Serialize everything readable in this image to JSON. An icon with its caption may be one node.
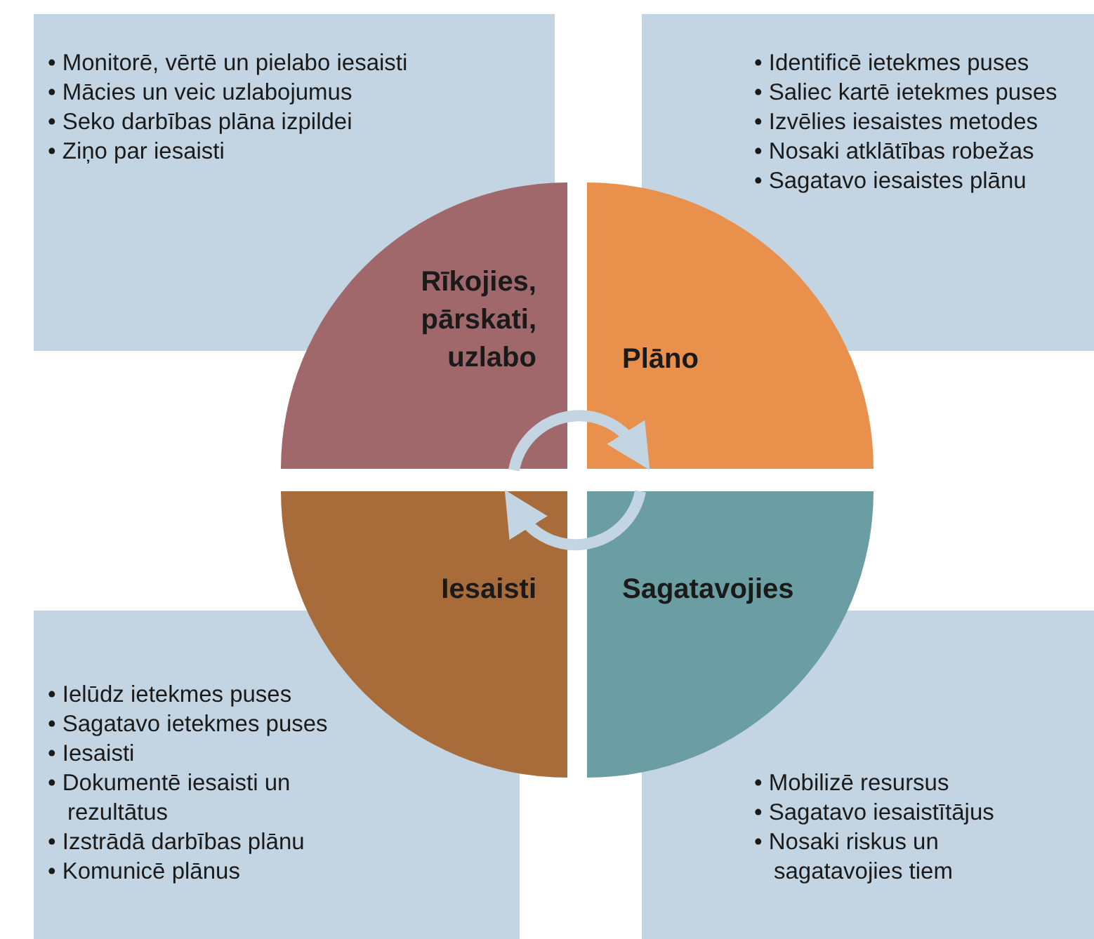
{
  "diagram": {
    "nodes": [
      {
        "text": [
          "• Monitorē, vērtē un pielabo iesaisti",
          "• Mācies un veic uzlabojumus",
          "• Seko darbības plāna izpildei",
          "• Ziņo par iesaisti"
        ]
      },
      {
        "text": [
          "• Identificē ietekmes puses",
          "• Saliec kartē ietekmes puses",
          "• Izvēlies iesaistes metodes",
          "• Nosaki atklātības robežas",
          "• Sagatavo iesaistes plānu"
        ]
      },
      {
        "text": [
          "Rīkojies, pārskati, uzlabo"
        ]
      },
      {
        "text": [
          "Plāno"
        ]
      },
      {
        "text": [
          "Iesaisti"
        ]
      },
      {
        "text": [
          "Sagatavojies"
        ]
      },
      {
        "text": [
          "• Ielūdz ietekmes puses",
          "• Sagatavo ietekmes puses",
          "• Iesaisti",
          "• Dokumentē iesaisti un rezultātus",
          "• Izstrādā darbības plānu",
          "• Komunicē plānus"
        ]
      },
      {
        "text": [
          "• Mobilizē resursus",
          "• Sagatavo iesaistītājus",
          "• Nosaki riskus un sagatavojies tiem"
        ]
      }
    ],
    "edges": [
      {
        "from": 2,
        "to": 3,
        "arrow": "to"
      },
      {
        "from": 5,
        "to": 4,
        "arrow": "to"
      }
    ]
  }
}
